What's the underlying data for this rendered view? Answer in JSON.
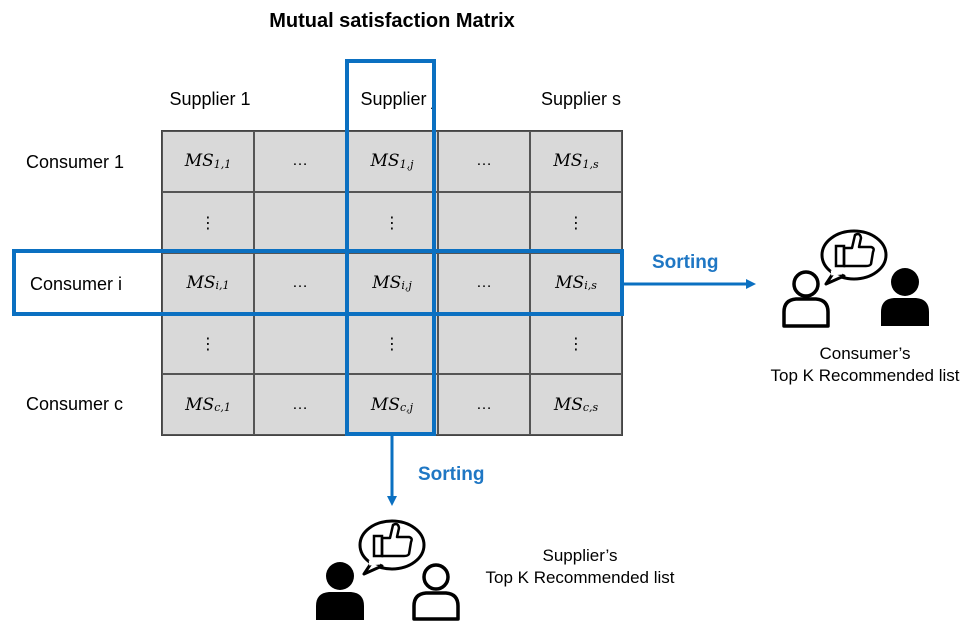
{
  "title": "Mutual satisfaction Matrix",
  "columns": [
    "Supplier 1",
    "Supplier j",
    "Supplier s"
  ],
  "rows": [
    "Consumer 1",
    "Consumer i",
    "Consumer c"
  ],
  "matrix": [
    [
      {
        "type": "ms",
        "base": "MS",
        "sub": "1,1"
      },
      {
        "type": "dots",
        "text": "…"
      },
      {
        "type": "ms",
        "base": "MS",
        "sub": "1,j"
      },
      {
        "type": "dots",
        "text": "…"
      },
      {
        "type": "ms",
        "base": "MS",
        "sub": "1,s"
      }
    ],
    [
      {
        "type": "vdots",
        "text": "⋮"
      },
      {
        "type": "empty"
      },
      {
        "type": "vdots",
        "text": "⋮"
      },
      {
        "type": "empty"
      },
      {
        "type": "vdots",
        "text": "⋮"
      }
    ],
    [
      {
        "type": "ms",
        "base": "MS",
        "sub": "i,1"
      },
      {
        "type": "dots",
        "text": "…"
      },
      {
        "type": "ms",
        "base": "MS",
        "sub": "i,j"
      },
      {
        "type": "dots",
        "text": "…"
      },
      {
        "type": "ms",
        "base": "MS",
        "sub": "i,s"
      }
    ],
    [
      {
        "type": "vdots",
        "text": "⋮"
      },
      {
        "type": "empty"
      },
      {
        "type": "vdots",
        "text": "⋮"
      },
      {
        "type": "empty"
      },
      {
        "type": "vdots",
        "text": "⋮"
      }
    ],
    [
      {
        "type": "ms",
        "base": "MS",
        "sub": "c,1"
      },
      {
        "type": "dots",
        "text": "…"
      },
      {
        "type": "ms",
        "base": "MS",
        "sub": "c,j"
      },
      {
        "type": "dots",
        "text": "…"
      },
      {
        "type": "ms",
        "base": "MS",
        "sub": "c,s"
      }
    ]
  ],
  "sorting_right": "Sorting",
  "sorting_down": "Sorting",
  "consumer_caption_line1": "Consumer’s",
  "consumer_caption_line2": "Top K Recommended list",
  "supplier_caption_line1": "Supplier’s",
  "supplier_caption_line2": "Top K Recommended list",
  "colors": {
    "highlight": "#0b70c1",
    "sorting_text": "#1f77c4",
    "cell_fill": "#d9d9d9"
  },
  "icons": [
    "thumbs-up-speech-bubble-icon",
    "person-outline-icon",
    "person-filled-icon"
  ]
}
